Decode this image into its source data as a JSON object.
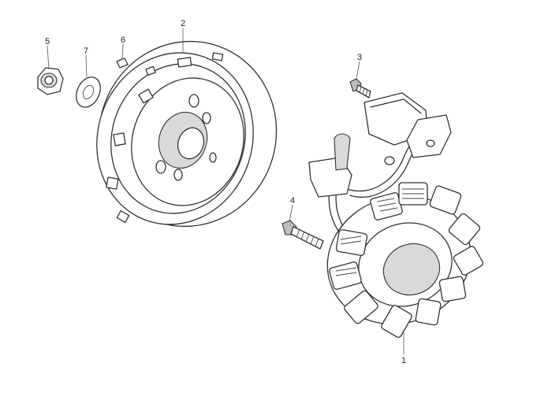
{
  "callouts": {
    "stator": "1",
    "flywheel": "2",
    "bolt_upper": "3",
    "bolt_lower": "4",
    "nut": "5",
    "key": "6",
    "washer": "7"
  }
}
